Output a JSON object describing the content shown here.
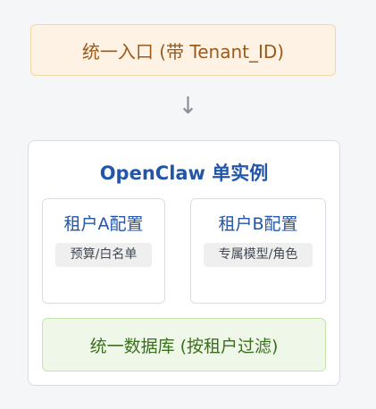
{
  "entry": {
    "label": "统一入口 (带 Tenant_ID)"
  },
  "arrow": {
    "glyph": "↓"
  },
  "instance": {
    "title": "OpenClaw 单实例",
    "tenants": [
      {
        "title": "租户A配置",
        "tag": "预算/白名单"
      },
      {
        "title": "租户B配置",
        "tag": "专属模型/角色"
      }
    ],
    "database": {
      "label": "统一数据库 (按租户过滤)"
    }
  },
  "colors": {
    "entry_bg": "#fdf2e3",
    "entry_text": "#9b5a1a",
    "instance_title": "#2356a8",
    "db_bg": "#eff8e8",
    "db_text": "#3b6e1f"
  }
}
